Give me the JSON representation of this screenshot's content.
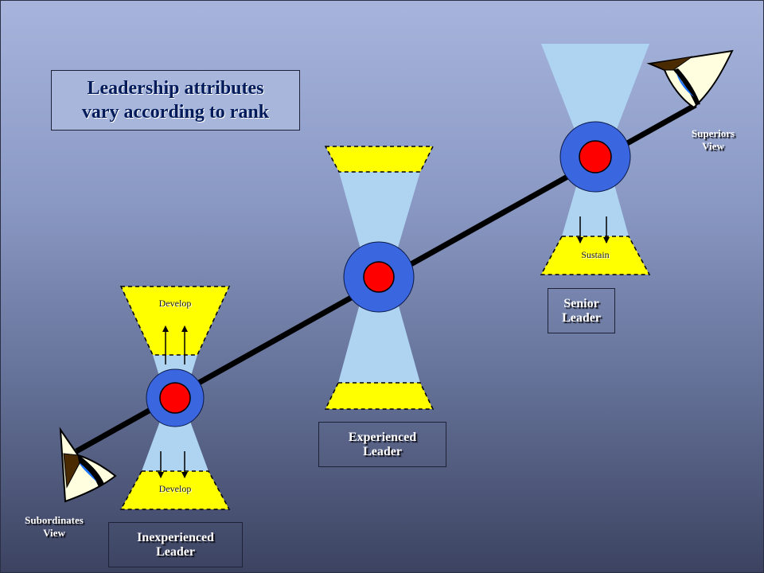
{
  "title": {
    "line1": "Leadership attributes",
    "line2": "vary according to rank"
  },
  "views": {
    "superiors": {
      "line1": "Superiors",
      "line2": "View"
    },
    "subordinates": {
      "line1": "Subordinates",
      "line2": "View"
    }
  },
  "levels": {
    "senior": {
      "line1": "Senior",
      "line2": "Leader"
    },
    "experienced": {
      "line1": "Experienced",
      "line2": "Leader"
    },
    "inexperienced": {
      "line1": "Inexperienced",
      "line2": "Leader"
    }
  },
  "band_labels": {
    "develop_top": "Develop",
    "develop_bottom": "Develop",
    "sustain": "Sustain"
  },
  "colors": {
    "cone_blue": "#aed4f2",
    "band_yellow": "#ffff00",
    "ring_blue": "#3a66e0",
    "core_red": "#ff0000",
    "axis_line": "#000000"
  }
}
